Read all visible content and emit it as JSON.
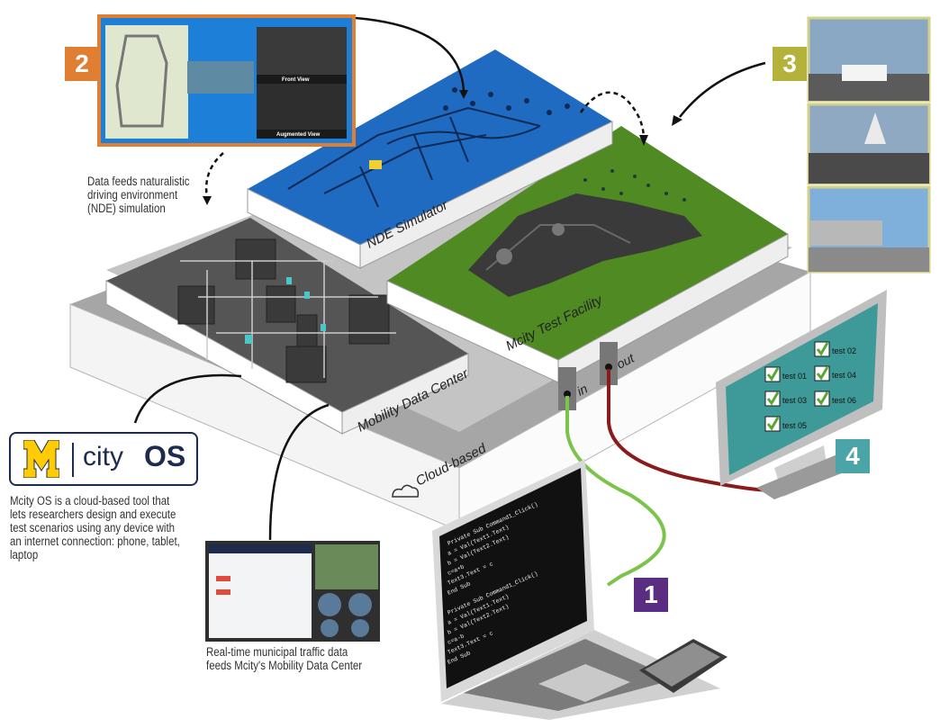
{
  "labels": {
    "nde_simulator": "NDE Simulator",
    "test_facility": "Mcity Test Facility",
    "data_center": "Mobility Data Center",
    "cloud": "Cloud-based",
    "port_in": "in",
    "port_out": "out",
    "front_view": "Front View",
    "augmented_view": "Augmented View"
  },
  "captions": {
    "nde": [
      "Data feeds naturalistic",
      "driving environment",
      "(NDE) simulation"
    ],
    "mcity_os": [
      "Mcity OS is a cloud-based tool that",
      "lets researchers design and execute",
      "test scenarios using any device with",
      "an internet connection: phone, tablet,",
      "laptop"
    ],
    "traffic": [
      "Real-time municipal traffic data",
      "feeds Mcity's Mobility Data Center"
    ]
  },
  "logo": {
    "city": "city",
    "os": "OS"
  },
  "badges": [
    {
      "num": "1",
      "color": "#5b2d82"
    },
    {
      "num": "2",
      "color": "#e07f32"
    },
    {
      "num": "3",
      "color": "#b5b23c"
    },
    {
      "num": "4",
      "color": "#4aa4a8"
    }
  ],
  "tests": [
    "test 01",
    "test 02",
    "test 03",
    "test 04",
    "test 05",
    "test 06"
  ],
  "code_lines": [
    "Private Sub Command1_Click()",
    "a = Val(Text1.Text)",
    "b = Val(Text2.Text)",
    "c=a+b",
    "Text3.Text = c",
    "End Sub",
    "",
    "Private Sub Command1_Click()",
    "a = Val(Text1.Text)",
    "b = Val(Text2.Text)",
    "c=a-b",
    "Text3.Text = c",
    "End Sub"
  ],
  "colors": {
    "nde": "#1f6bc2",
    "facility": "#4f8a22",
    "datacenter": "#555555",
    "monitor": "#3d9a99",
    "in_cable": "#7cc34a",
    "out_cable": "#8b1a1a"
  }
}
